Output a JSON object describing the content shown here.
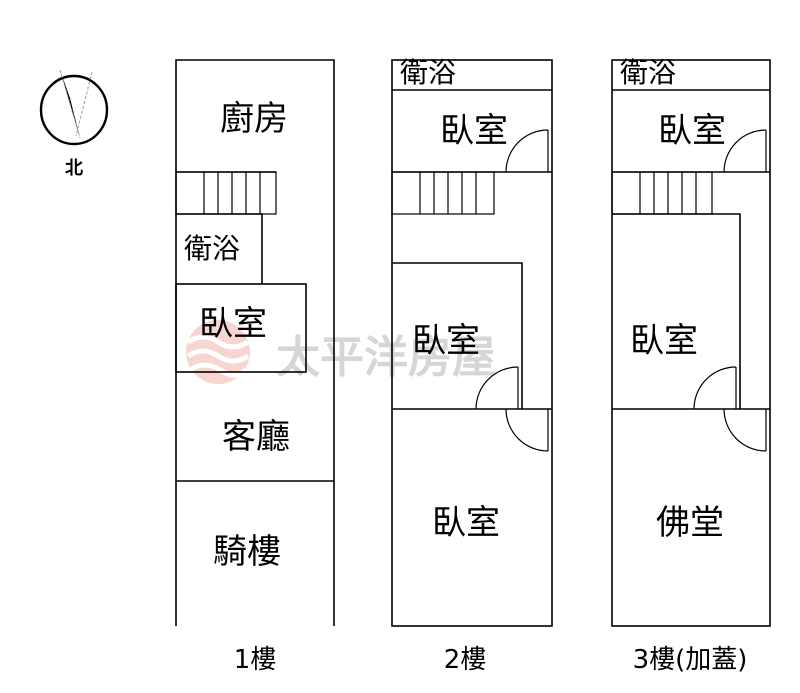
{
  "compass": {
    "label": "北",
    "icon": "north-arrow-icon"
  },
  "watermark": {
    "text": "太平洋房屋",
    "icon": "wave-logo-icon",
    "color": "#e36a5f"
  },
  "floors": [
    {
      "label": "1樓",
      "rooms": [
        "廚房",
        "衛浴",
        "臥室",
        "客廳",
        "騎樓"
      ]
    },
    {
      "label": "2樓",
      "rooms": [
        "衛浴",
        "臥室",
        "臥室",
        "臥室"
      ]
    },
    {
      "label": "3樓(加蓋)",
      "rooms": [
        "衛浴",
        "臥室",
        "臥室",
        "佛堂"
      ]
    }
  ]
}
